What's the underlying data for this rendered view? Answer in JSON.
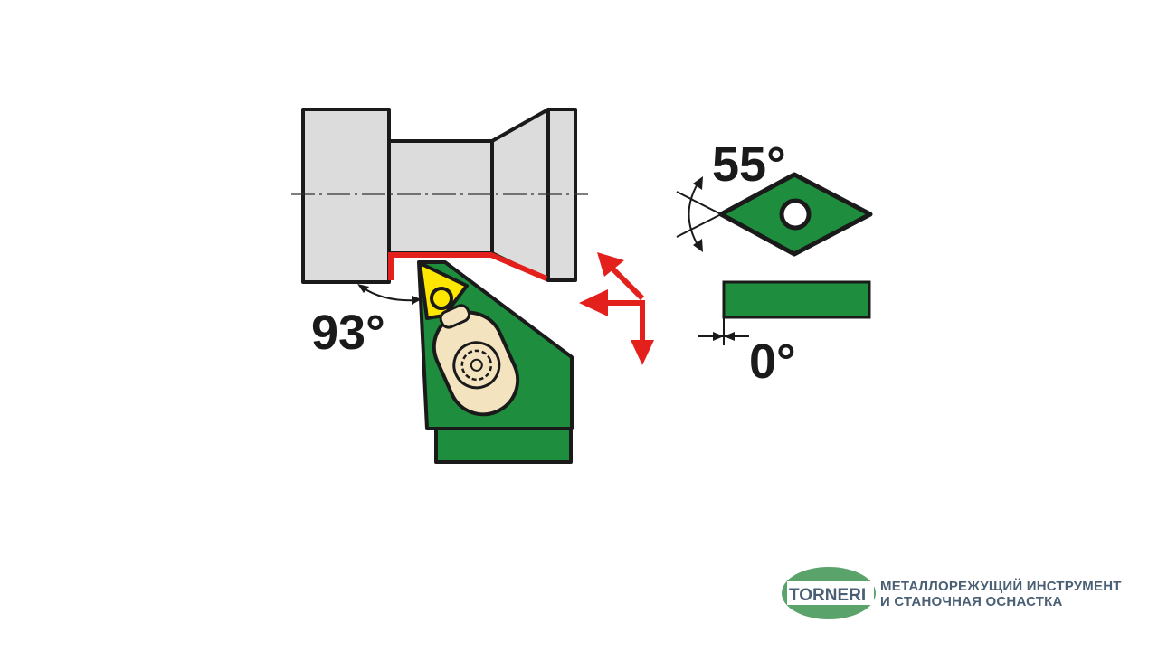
{
  "labels": {
    "approach_angle": "93°",
    "insert_angle": "55°",
    "clearance_angle": "0°"
  },
  "colors": {
    "workpiece": "#dcdcdc",
    "holder": "#1e8e3e",
    "insert": "#ffe600",
    "clamp": "#f3e3bf",
    "cut_path": "#e3201b",
    "outline": "#1a1a1a",
    "brand_green": "#5aa36b",
    "brand_text": "#4a5f73"
  },
  "logo": {
    "brand": "TORNERI",
    "tagline_line1": "МЕТАЛЛОРЕЖУЩИЙ ИНСТРУМЕНТ",
    "tagline_line2": "И СТАНОЧНАЯ ОСНАСТКА"
  }
}
